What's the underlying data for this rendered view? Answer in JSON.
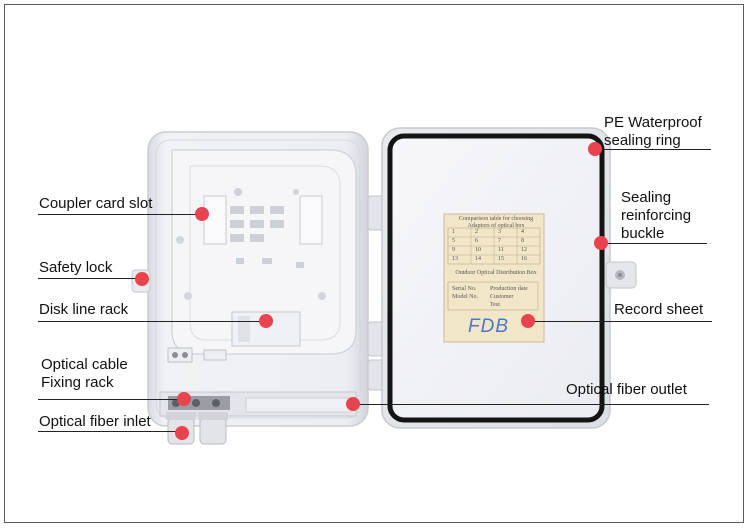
{
  "colors": {
    "dot": "#e8434f",
    "leader": "#222222",
    "frame": "#5a5a5a",
    "gasket": "#141414",
    "box_shell": "#e6e8ec",
    "fdb_text": "#4a78c8"
  },
  "labels": {
    "pe_waterproof": [
      "PE Waterproof",
      "sealing ring"
    ],
    "sealing_buckle": [
      "Sealing",
      "reinforcing",
      "buckle"
    ],
    "coupler_card_slot": "Coupler card slot",
    "safety_lock": "Safety lock",
    "disk_line_rack": "Disk line rack",
    "record_sheet": "Record sheet",
    "optical_cable_rack": [
      "Optical cable",
      "Fixing rack"
    ],
    "optical_fiber_outlet": "Optical fiber outlet",
    "optical_fiber_inlet": "Optical fiber inlet"
  },
  "record_sheet": {
    "title": [
      "Comparison table for choosing",
      "Adaptors of optical box"
    ],
    "grid": [
      [
        "1",
        "2",
        "3",
        "4"
      ],
      [
        "5",
        "6",
        "7",
        "8"
      ],
      [
        "9",
        "10",
        "11",
        "12"
      ],
      [
        "13",
        "14",
        "15",
        "16"
      ]
    ],
    "subtitle": "Outdoor Optical Distribution Box",
    "fields": [
      "Serial No.",
      "Production date",
      "Model No.",
      "Customer",
      "Test"
    ],
    "brand": "FDB"
  }
}
